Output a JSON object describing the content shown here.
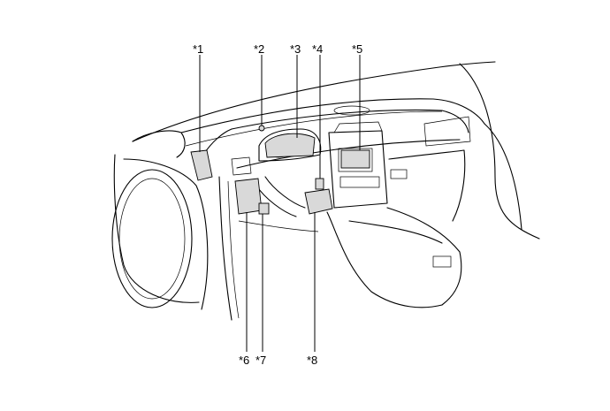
{
  "callouts": [
    {
      "id": "1",
      "label": "*1"
    },
    {
      "id": "2",
      "label": "*2"
    },
    {
      "id": "3",
      "label": "*3"
    },
    {
      "id": "4",
      "label": "*4"
    },
    {
      "id": "5",
      "label": "*5"
    },
    {
      "id": "6",
      "label": "*6"
    },
    {
      "id": "7",
      "label": "*7"
    },
    {
      "id": "8",
      "label": "*8"
    }
  ]
}
